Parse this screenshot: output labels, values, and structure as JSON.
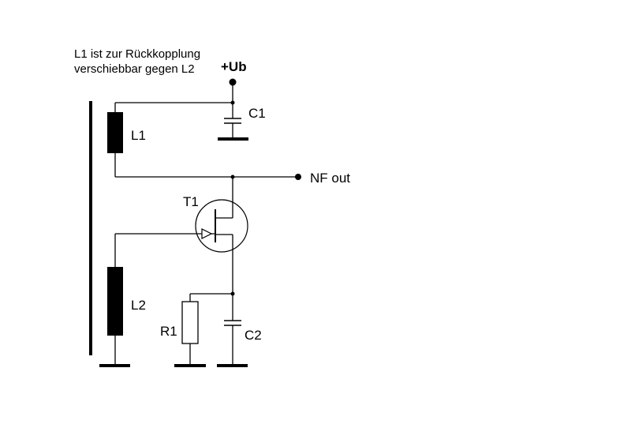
{
  "note": {
    "line1": "L1 ist zur Rückkopplung",
    "line2": "verschiebbar gegen L2"
  },
  "labels": {
    "supply": "+Ub",
    "c1": "C1",
    "l1": "L1",
    "output": "NF out",
    "t1": "T1",
    "l2": "L2",
    "r1": "R1",
    "c2": "C2"
  },
  "colors": {
    "line": "#000000",
    "background": "#ffffff"
  }
}
